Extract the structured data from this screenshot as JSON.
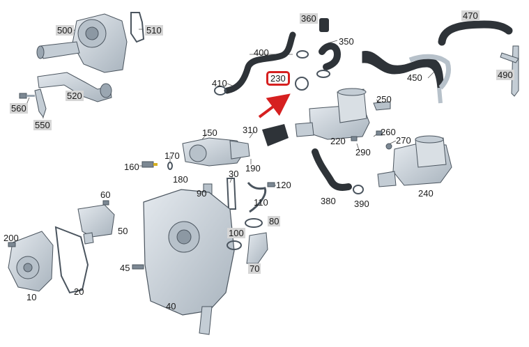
{
  "colors": {
    "part_fill": "#cfd6dd",
    "part_shade": "#9aa6b1",
    "part_dark": "#6f7b86",
    "hose": "#2e3338",
    "outline": "#4a545e",
    "highlight": "#d62020",
    "callout_bg": "#d6d6d6"
  },
  "diagram": {
    "highlighted_part": "230",
    "callouts": [
      {
        "id": "500",
        "text": "500",
        "style": "grey"
      },
      {
        "id": "510",
        "text": "510",
        "style": "grey"
      },
      {
        "id": "520",
        "text": "520",
        "style": "grey"
      },
      {
        "id": "560",
        "text": "560",
        "style": "grey"
      },
      {
        "id": "550",
        "text": "550",
        "style": "grey"
      },
      {
        "id": "360",
        "text": "360",
        "style": "grey"
      },
      {
        "id": "470",
        "text": "470",
        "style": "grey"
      },
      {
        "id": "400",
        "text": "400",
        "style": "plain"
      },
      {
        "id": "350",
        "text": "350",
        "style": "plain"
      },
      {
        "id": "410",
        "text": "410",
        "style": "plain"
      },
      {
        "id": "230",
        "text": "230",
        "style": "highlight"
      },
      {
        "id": "450",
        "text": "450",
        "style": "plain"
      },
      {
        "id": "490",
        "text": "490",
        "style": "grey"
      },
      {
        "id": "250",
        "text": "250",
        "style": "plain"
      },
      {
        "id": "150",
        "text": "150",
        "style": "plain"
      },
      {
        "id": "310",
        "text": "310",
        "style": "plain"
      },
      {
        "id": "260",
        "text": "260",
        "style": "plain"
      },
      {
        "id": "270",
        "text": "270",
        "style": "plain"
      },
      {
        "id": "220",
        "text": "220",
        "style": "plain"
      },
      {
        "id": "290",
        "text": "290",
        "style": "plain"
      },
      {
        "id": "170",
        "text": "170",
        "style": "plain"
      },
      {
        "id": "160",
        "text": "160",
        "style": "plain"
      },
      {
        "id": "190",
        "text": "190",
        "style": "plain"
      },
      {
        "id": "30",
        "text": "30",
        "style": "plain"
      },
      {
        "id": "180",
        "text": "180",
        "style": "plain"
      },
      {
        "id": "120",
        "text": "120",
        "style": "plain"
      },
      {
        "id": "240",
        "text": "240",
        "style": "plain"
      },
      {
        "id": "90",
        "text": "90",
        "style": "plain"
      },
      {
        "id": "60",
        "text": "60",
        "style": "plain"
      },
      {
        "id": "380",
        "text": "380",
        "style": "plain"
      },
      {
        "id": "390",
        "text": "390",
        "style": "plain"
      },
      {
        "id": "110",
        "text": "110",
        "style": "plain"
      },
      {
        "id": "50",
        "text": "50",
        "style": "plain"
      },
      {
        "id": "80",
        "text": "80",
        "style": "grey"
      },
      {
        "id": "100",
        "text": "100",
        "style": "grey"
      },
      {
        "id": "200",
        "text": "200",
        "style": "plain"
      },
      {
        "id": "45",
        "text": "45",
        "style": "plain"
      },
      {
        "id": "70",
        "text": "70",
        "style": "grey"
      },
      {
        "id": "20",
        "text": "20",
        "style": "plain"
      },
      {
        "id": "10",
        "text": "10",
        "style": "plain"
      },
      {
        "id": "40",
        "text": "40",
        "style": "plain"
      }
    ]
  }
}
